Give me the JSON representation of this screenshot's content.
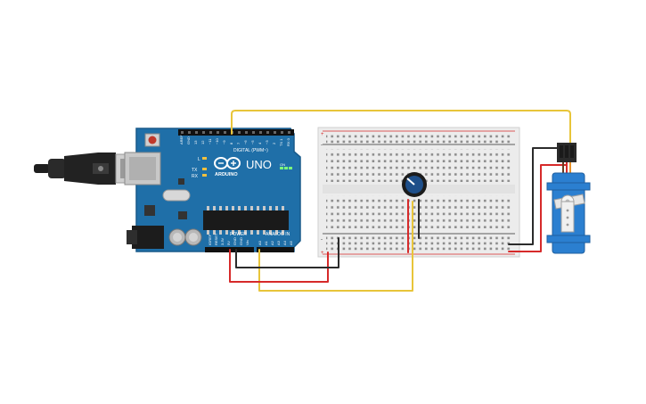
{
  "arduino": {
    "model": "UNO",
    "brand": "ARDUINO",
    "digital_header_label": "DIGITAL (PWM~)",
    "power_header_label": "POWER",
    "analog_header_label": "ANALOG IN",
    "led_labels": [
      "L",
      "TX",
      "RX"
    ],
    "on_label": "ON",
    "digital_pins": [
      "AREF",
      "GND",
      "13",
      "12",
      "~11",
      "~10",
      "~9",
      "8",
      "7",
      "~6",
      "~5",
      "4",
      "~3",
      "2",
      "TX 1",
      "RX 0"
    ],
    "power_pins": [
      "IOREF",
      "RESET",
      "3.3V",
      "5V",
      "GND",
      "GND",
      "Vin"
    ],
    "analog_pins": [
      "A0",
      "A1",
      "A2",
      "A3",
      "A4",
      "A5"
    ]
  },
  "breadboard": {
    "rail_plus": "+",
    "rail_minus": "-"
  },
  "colors": {
    "board": "#1f6fa8",
    "board_edge": "#185a8a",
    "wire_yellow": "#e8c53a",
    "wire_red": "#d62a2a",
    "wire_black": "#2b2b2b",
    "servo_blue": "#2b7fd0",
    "breadboard": "#ececec"
  },
  "icons": {
    "usb_plug": "usb-plug-icon",
    "potentiometer": "potentiometer-knob-icon",
    "servo": "servo-motor-icon"
  }
}
